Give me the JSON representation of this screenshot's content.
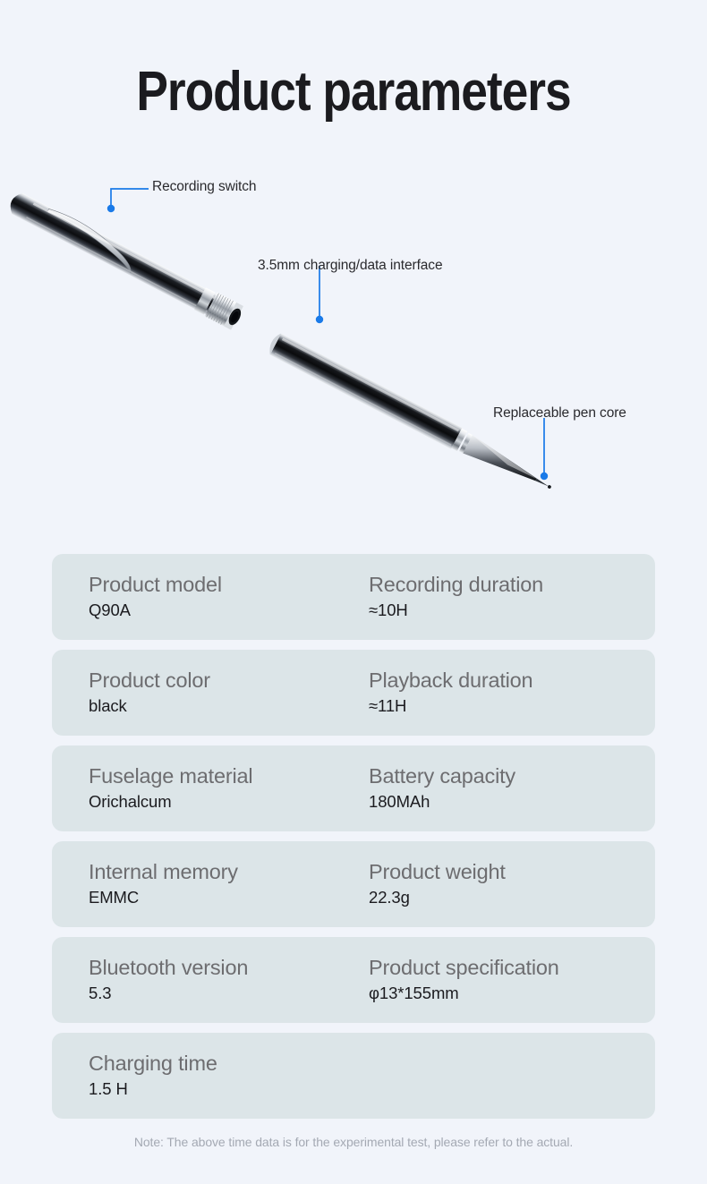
{
  "header": {
    "title": "Product parameters"
  },
  "hero": {
    "product_image_name": "recording-pen-illustration",
    "accent_color": "#1a7ae8",
    "callouts": [
      {
        "id": "recording-switch",
        "label": "Recording switch"
      },
      {
        "id": "charging-data-interface",
        "label": "3.5mm charging/data interface"
      },
      {
        "id": "replaceable-pen-core",
        "label": "Replaceable pen core"
      }
    ]
  },
  "spec_table": {
    "row_background": "#dce5e8",
    "rows": [
      {
        "left": {
          "label": "Product model",
          "value": "Q90A"
        },
        "right": {
          "label": "Recording duration",
          "value": "≈10H"
        }
      },
      {
        "left": {
          "label": "Product color",
          "value": "black"
        },
        "right": {
          "label": "Playback duration",
          "value": "≈11H"
        }
      },
      {
        "left": {
          "label": "Fuselage material",
          "value": "Orichalcum"
        },
        "right": {
          "label": "Battery capacity",
          "value": "180MAh"
        }
      },
      {
        "left": {
          "label": "Internal memory",
          "value": "EMMC"
        },
        "right": {
          "label": "Product weight",
          "value": "22.3g"
        }
      },
      {
        "left": {
          "label": "Bluetooth version",
          "value": "5.3"
        },
        "right": {
          "label": "Product specification",
          "value": "φ13*155mm"
        }
      },
      {
        "left": {
          "label": "Charging time",
          "value": "1.5 H"
        },
        "right": {
          "label": "",
          "value": ""
        }
      }
    ]
  },
  "footer": {
    "note": "Note: The above time data is for the experimental test, please refer to the actual."
  }
}
